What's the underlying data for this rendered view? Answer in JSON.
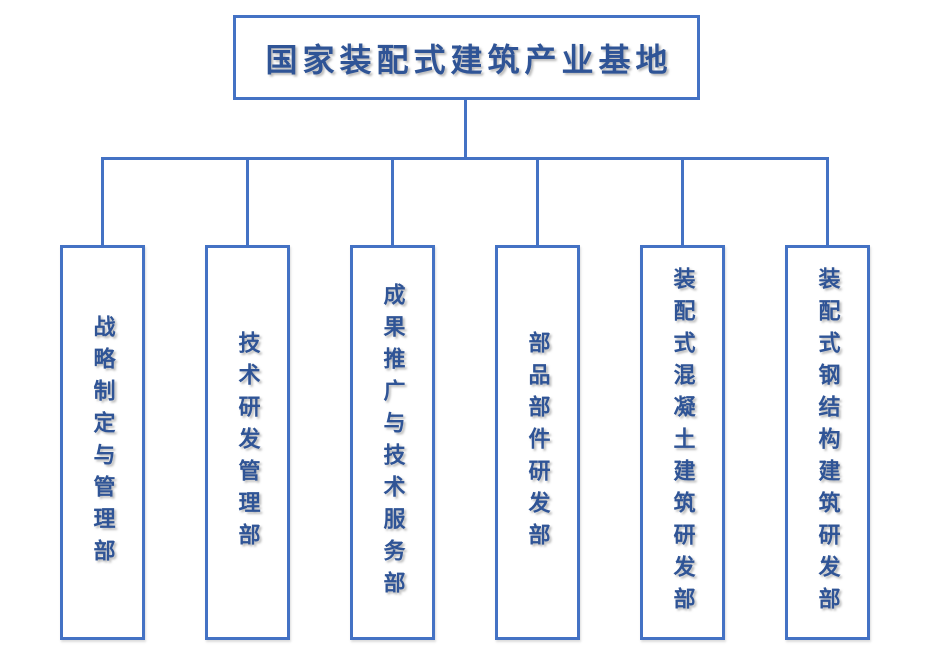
{
  "diagram": {
    "title": "国家装配式建筑产业基地",
    "departments": [
      {
        "label": "战略制定与管理部"
      },
      {
        "label": "技术研发管理部"
      },
      {
        "label": "成果推广与技术服务部"
      },
      {
        "label": "部品部件研发部"
      },
      {
        "label": "装配式混凝土建筑研发部"
      },
      {
        "label": "装配式钢结构建筑研发部"
      }
    ],
    "colors": {
      "border": "#4472C4",
      "text": "#2F5496",
      "background": "#FFFFFF"
    }
  }
}
